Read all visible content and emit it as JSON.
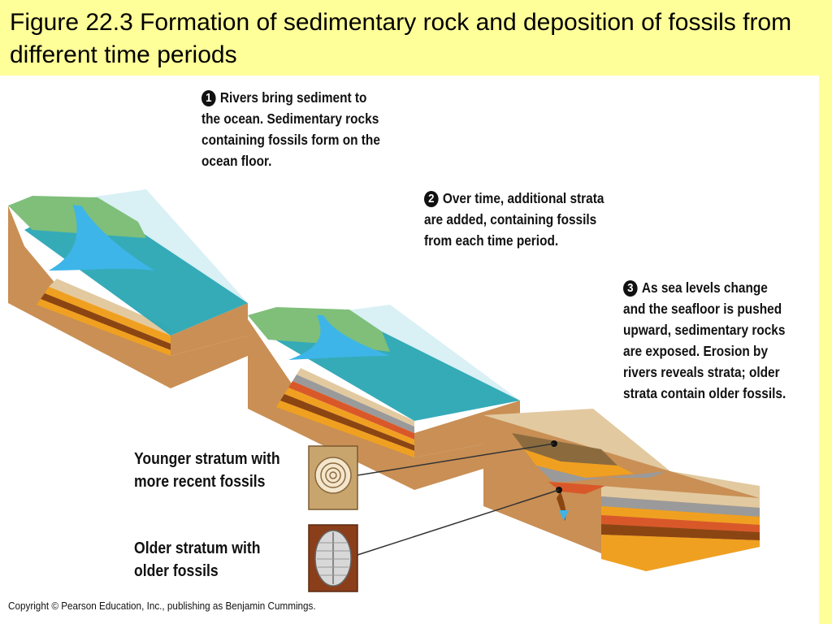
{
  "title": "Figure 22.3  Formation of sedimentary rock and deposition of fossils from different time periods",
  "steps": [
    {
      "number": "1",
      "text_lines": [
        "Rivers bring sediment to",
        "the ocean. Sedimentary rocks",
        "containing fossils form on the",
        "ocean floor."
      ]
    },
    {
      "number": "2",
      "text_lines": [
        "Over time, additional strata",
        "are added, containing fossils",
        "from each time period."
      ]
    },
    {
      "number": "3",
      "text_lines": [
        "As sea levels change",
        "and the seafloor is pushed",
        "upward, sedimentary rocks",
        "are exposed. Erosion by",
        "rivers reveals strata; older",
        "strata contain older fossils."
      ]
    }
  ],
  "labels": {
    "younger_lines": [
      "Younger stratum with",
      "more recent fossils"
    ],
    "older_lines": [
      "Older stratum with",
      "older fossils"
    ]
  },
  "fossils": {
    "younger": "ammonite-shell-icon",
    "older": "trilobite-icon"
  },
  "copyright": "Copyright © Pearson Education, Inc., publishing as Benjamin Cummings.",
  "colors": {
    "slide_background": "#ffff99",
    "water": "#2aa6b4",
    "river": "#3db5e8",
    "land_green": "#7fbf7a",
    "earth": "#c98f55",
    "stratum_orange": "#f0a020",
    "stratum_red": "#d9582a",
    "stratum_gray": "#9a9a9a",
    "stratum_brown": "#8b4513",
    "sand": "#e2c9a0"
  }
}
